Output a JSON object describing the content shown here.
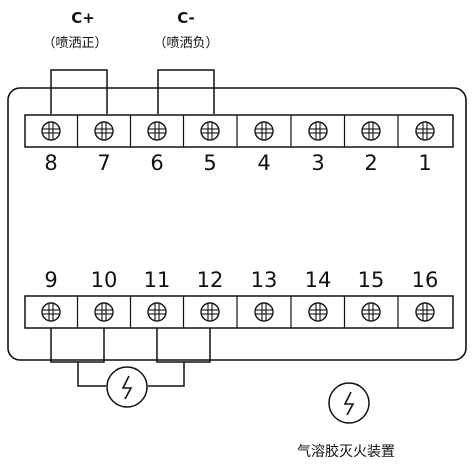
{
  "top_labels": {
    "positive": {
      "polarity": "C+",
      "desc": "（喷洒正）"
    },
    "negative": {
      "polarity": "C-",
      "desc": "（喷洒负）"
    }
  },
  "top_row_numbers": [
    "8",
    "7",
    "6",
    "5",
    "4",
    "3",
    "2",
    "1"
  ],
  "bottom_row_numbers": [
    "9",
    "10",
    "11",
    "12",
    "13",
    "14",
    "15",
    "16"
  ],
  "device_caption": "气溶胶灭火装置"
}
